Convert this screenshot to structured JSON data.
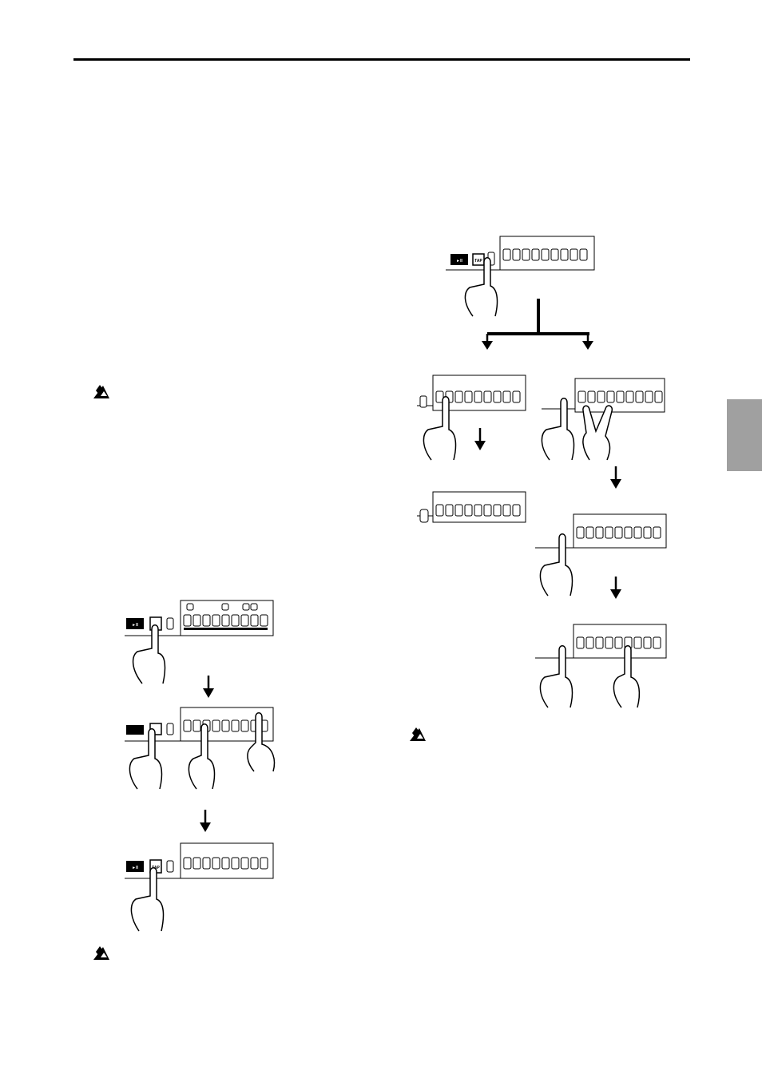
{
  "page": {
    "has_top_rule": true,
    "side_tab_color": "#a0a0a0"
  },
  "controls": {
    "play_pause_label": "►II",
    "tap_label": "TAP"
  },
  "icons": [
    "warning-icon",
    "finger-icon",
    "down-arrow-icon",
    "control-panel"
  ]
}
